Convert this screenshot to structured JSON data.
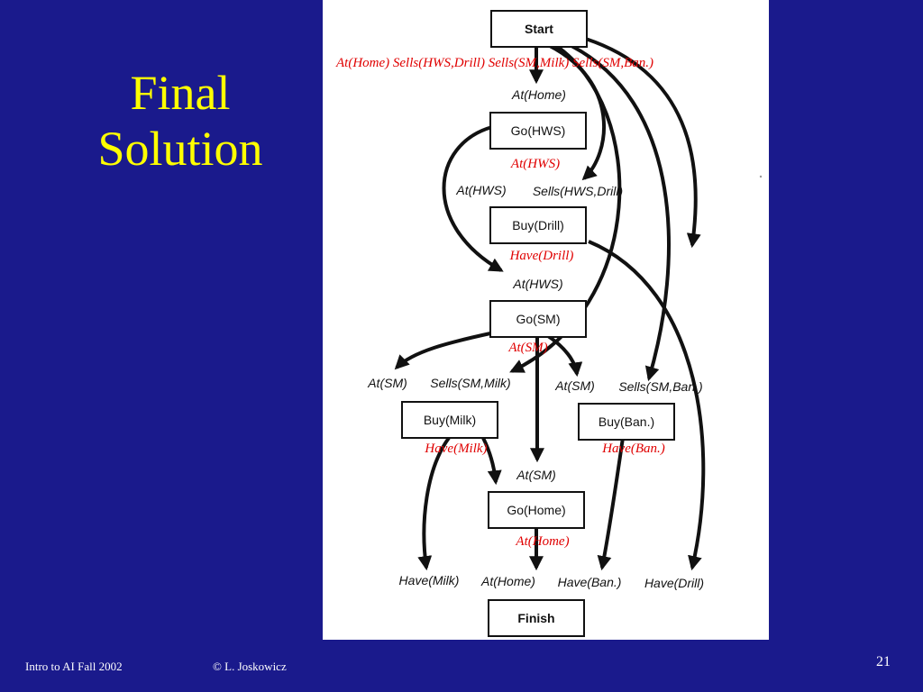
{
  "slide": {
    "title_line1": "Final",
    "title_line2": "Solution",
    "footer_left": "Intro to AI  Fall 2002",
    "footer_center": "© L. Joskowicz",
    "page_number": "21"
  },
  "plan": {
    "actions": {
      "start": "Start",
      "go_hws": "Go(HWS)",
      "buy_drill": "Buy(Drill)",
      "go_sm": "Go(SM)",
      "buy_milk": "Buy(Milk)",
      "buy_ban": "Buy(Ban.)",
      "go_home": "Go(Home)",
      "finish": "Finish"
    },
    "conditions": {
      "at_home_1": "At(Home)",
      "at_hws_1": "At(HWS)",
      "sells_hws_drill": "Sells(HWS,Drill)",
      "at_hws_2": "At(HWS)",
      "at_sm_1": "At(SM)",
      "sells_sm_milk": "Sells(SM,Milk)",
      "at_sm_2": "At(SM)",
      "sells_sm_ban": "Sells(SM,Ban.)",
      "at_sm_3": "At(SM)",
      "have_milk": "Have(Milk)",
      "at_home_2": "At(Home)",
      "have_ban": "Have(Ban.)",
      "have_drill": "Have(Drill)"
    },
    "effects": {
      "start_effects": "At(Home)  Sells(HWS,Drill) Sells(SM,Milk)  Sells(SM,Ban.)",
      "go_hws_effect": "At(HWS)",
      "buy_drill_effect": "Have(Drill)",
      "go_sm_effect": "At(SM)",
      "buy_milk_effect": "Have(Milk)",
      "buy_ban_effect": "Have(Ban.)",
      "go_home_effect": "At(Home)"
    }
  }
}
